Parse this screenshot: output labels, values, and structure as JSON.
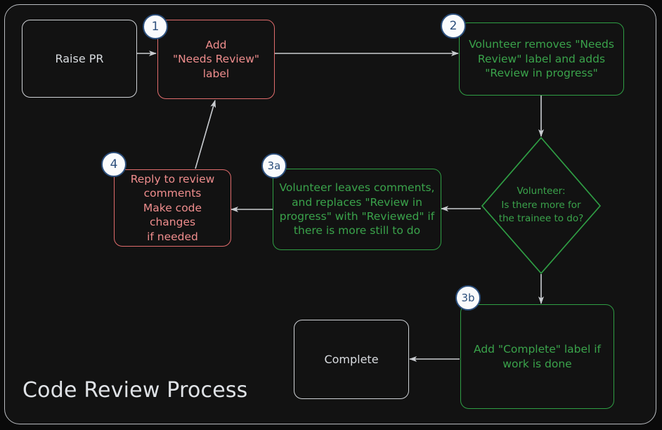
{
  "diagram": {
    "title": "Code Review Process",
    "type": "flowchart",
    "theme": {
      "page_background": "#0a0a0a",
      "frame_background": "#121212",
      "frame_border": "#b9bcc0",
      "default_node_border": "#cfd2d6",
      "default_node_text": "#d9dce0",
      "red_node_border": "#e06c6c",
      "red_node_text": "#ef8d8d",
      "green_node_border": "#2f9e44",
      "green_node_text": "#3aa34b",
      "edge_color": "#c9ccd0",
      "badge_fill": "#fafbfc",
      "badge_border": "#2c4f7c",
      "badge_text": "#2c4f7c"
    },
    "nodes": [
      {
        "id": "raise-pr",
        "text": "Raise PR",
        "shape": "rounded-rect",
        "style": "plain",
        "badge": null
      },
      {
        "id": "add-needs-review",
        "text": "Add\n\"Needs Review\"\nlabel",
        "shape": "rounded-rect",
        "style": "red",
        "badge": "1"
      },
      {
        "id": "volunteer-removes-label",
        "text": "Volunteer removes \"Needs\nReview\" label and adds\n\"Review in progress\"",
        "shape": "rounded-rect",
        "style": "green",
        "badge": "2"
      },
      {
        "id": "volunteer-decision",
        "text": "Volunteer:\nIs there more for\nthe trainee to do?",
        "shape": "diamond",
        "style": "green",
        "badge": null
      },
      {
        "id": "volunteer-leaves-comments",
        "text": "Volunteer leaves comments,\nand replaces \"Review in\nprogress\" with \"Reviewed\" if\nthere is more still to do",
        "shape": "rounded-rect",
        "style": "green",
        "badge": "3a"
      },
      {
        "id": "reply-to-review-comments",
        "text": "Reply to review\ncomments\nMake code changes\nif needed",
        "shape": "rounded-rect",
        "style": "red",
        "badge": "4"
      },
      {
        "id": "add-complete-label",
        "text": "Add \"Complete\" label if\nwork is done",
        "shape": "rounded-rect",
        "style": "green",
        "badge": "3b"
      },
      {
        "id": "complete",
        "text": "Complete",
        "shape": "rounded-rect",
        "style": "plain",
        "badge": null
      }
    ],
    "edges": [
      {
        "from": "raise-pr",
        "to": "add-needs-review",
        "label": ""
      },
      {
        "from": "add-needs-review",
        "to": "volunteer-removes-label",
        "label": ""
      },
      {
        "from": "volunteer-removes-label",
        "to": "volunteer-decision",
        "label": ""
      },
      {
        "from": "volunteer-decision",
        "to": "volunteer-leaves-comments",
        "label": ""
      },
      {
        "from": "volunteer-leaves-comments",
        "to": "reply-to-review-comments",
        "label": ""
      },
      {
        "from": "reply-to-review-comments",
        "to": "add-needs-review",
        "label": ""
      },
      {
        "from": "volunteer-decision",
        "to": "add-complete-label",
        "label": ""
      },
      {
        "from": "add-complete-label",
        "to": "complete",
        "label": ""
      }
    ],
    "badges": [
      {
        "id": "badge-1",
        "text": "1"
      },
      {
        "id": "badge-2",
        "text": "2"
      },
      {
        "id": "badge-3a",
        "text": "3a"
      },
      {
        "id": "badge-3b",
        "text": "3b"
      },
      {
        "id": "badge-4",
        "text": "4"
      }
    ]
  }
}
